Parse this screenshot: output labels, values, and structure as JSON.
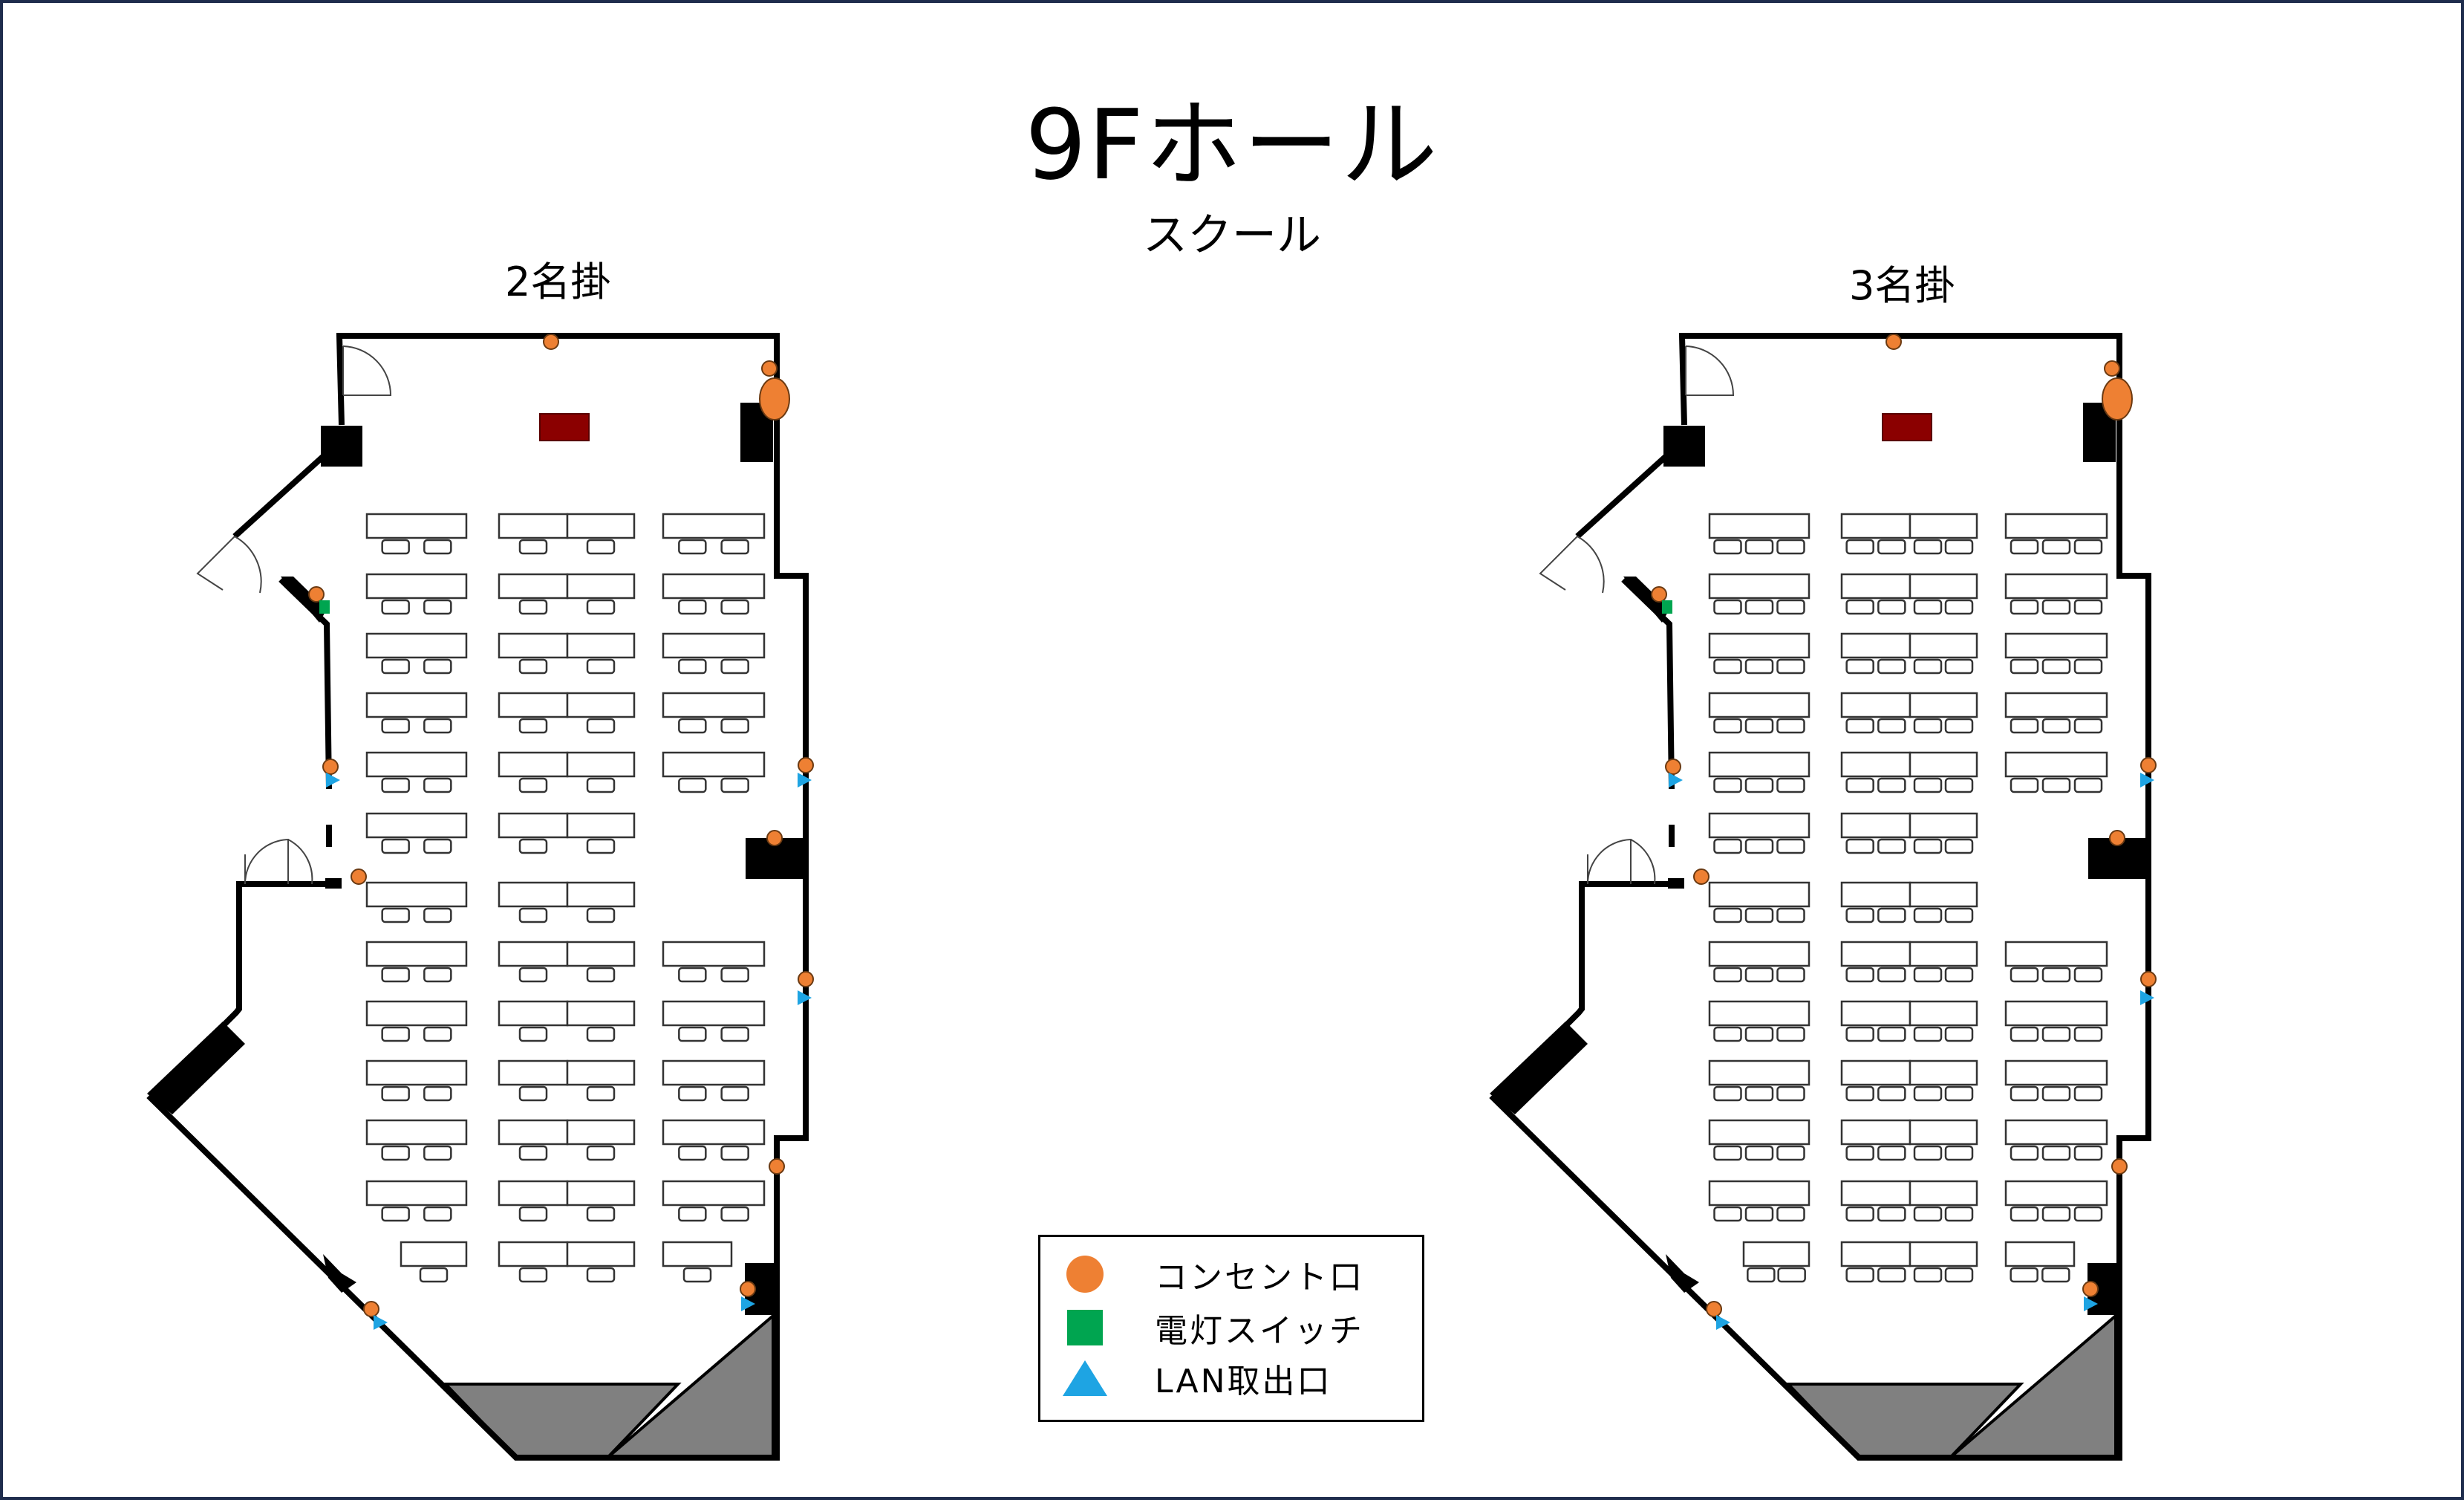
{
  "title": "9Fホール",
  "subtitle": "スクール",
  "plans": [
    {
      "label": "2名掛"
    },
    {
      "label": "3名掛"
    }
  ],
  "legend": [
    {
      "icon": "outlet-circle-icon",
      "color": "#ee8033",
      "label": "コンセント口"
    },
    {
      "icon": "light-switch-square-icon",
      "color": "#00a550",
      "label": "電灯スイッチ"
    },
    {
      "icon": "lan-triangle-icon",
      "color": "#1ea4e3",
      "label": "LAN取出口"
    }
  ],
  "colors": {
    "frame": "#1f2d4d",
    "wall": "#000000",
    "stage": "#8b0000",
    "shaded_area": "#808080",
    "outlet": "#ee8033",
    "switch": "#00a550",
    "lan": "#1ea4e3"
  }
}
